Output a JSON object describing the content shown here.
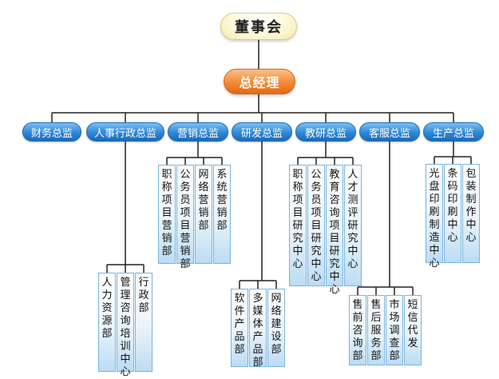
{
  "board": "董事会",
  "gm": "总经理",
  "directors": [
    {
      "label": "财务总监",
      "departments": []
    },
    {
      "label": "人事行政总监",
      "departments": [
        "人力资源部",
        "管理咨询培训中心",
        "行政部"
      ]
    },
    {
      "label": "营销总监",
      "departments": [
        "职称项目营销部",
        "公务员项目营销部",
        "网络营销部",
        "系统营销部"
      ]
    },
    {
      "label": "研发总监",
      "departments": [
        "软件产品部",
        "多媒体产品部",
        "网络建设部"
      ]
    },
    {
      "label": "教研总监",
      "departments": [
        "职称项目研究中心",
        "公务员项目研究中心",
        "教育咨询项目研究中心",
        "人才测评研究中心"
      ]
    },
    {
      "label": "客服总监",
      "departments": [
        "售前咨询部",
        "售后服务部",
        "市场调查部",
        "短信代发"
      ]
    },
    {
      "label": "生产总监",
      "departments": [
        "光盘印刷制造中心",
        "条码印刷中心",
        "包装制作中心"
      ]
    }
  ],
  "colors": {
    "line": "#222222",
    "director": "#2f86d6",
    "gm": "#f28a35",
    "board": "#fff6c8",
    "dept_border": "#7ab3da"
  }
}
